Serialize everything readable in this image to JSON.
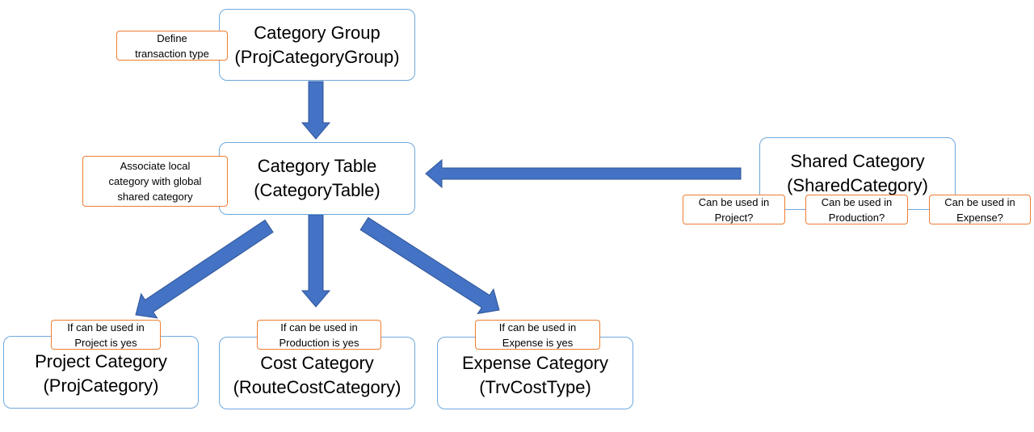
{
  "colors": {
    "node_border": "#6fa8dc",
    "note_border": "#ed7d31",
    "arrow_fill": "#4472c4",
    "arrow_stroke": "#2f5597"
  },
  "nodes": {
    "category_group": {
      "title": "Category Group",
      "subtitle": "(ProjCategoryGroup)"
    },
    "category_table": {
      "title": "Category Table",
      "subtitle": "(CategoryTable)"
    },
    "shared_category": {
      "title": "Shared Category",
      "subtitle": "(SharedCategory)"
    },
    "project_category": {
      "title": "Project Category",
      "subtitle": "(ProjCategory)"
    },
    "cost_category": {
      "title": "Cost Category",
      "subtitle": "(RouteCostCategory)"
    },
    "expense_category": {
      "title": "Expense Category",
      "subtitle": "(TrvCostType)"
    }
  },
  "notes": {
    "define_transaction": {
      "lines": [
        "Define",
        "transaction type"
      ]
    },
    "associate_local": {
      "lines": [
        "Associate local",
        "category with global",
        "shared category"
      ]
    },
    "used_in_project": {
      "lines": [
        "Can be used in",
        "Project?"
      ]
    },
    "used_in_production": {
      "lines": [
        "Can be used in",
        "Production?"
      ]
    },
    "used_in_expense": {
      "lines": [
        "Can be used in",
        "Expense?"
      ]
    },
    "if_project_yes": {
      "lines": [
        "If can be used in",
        "Project is yes"
      ]
    },
    "if_production_yes": {
      "lines": [
        "If can be used in",
        "Production is yes"
      ]
    },
    "if_expense_yes": {
      "lines": [
        "If can be used in",
        "Expense is yes"
      ]
    }
  },
  "edges": [
    {
      "from": "category_group",
      "to": "category_table"
    },
    {
      "from": "shared_category",
      "to": "category_table"
    },
    {
      "from": "category_table",
      "to": "project_category"
    },
    {
      "from": "category_table",
      "to": "cost_category"
    },
    {
      "from": "category_table",
      "to": "expense_category"
    }
  ]
}
